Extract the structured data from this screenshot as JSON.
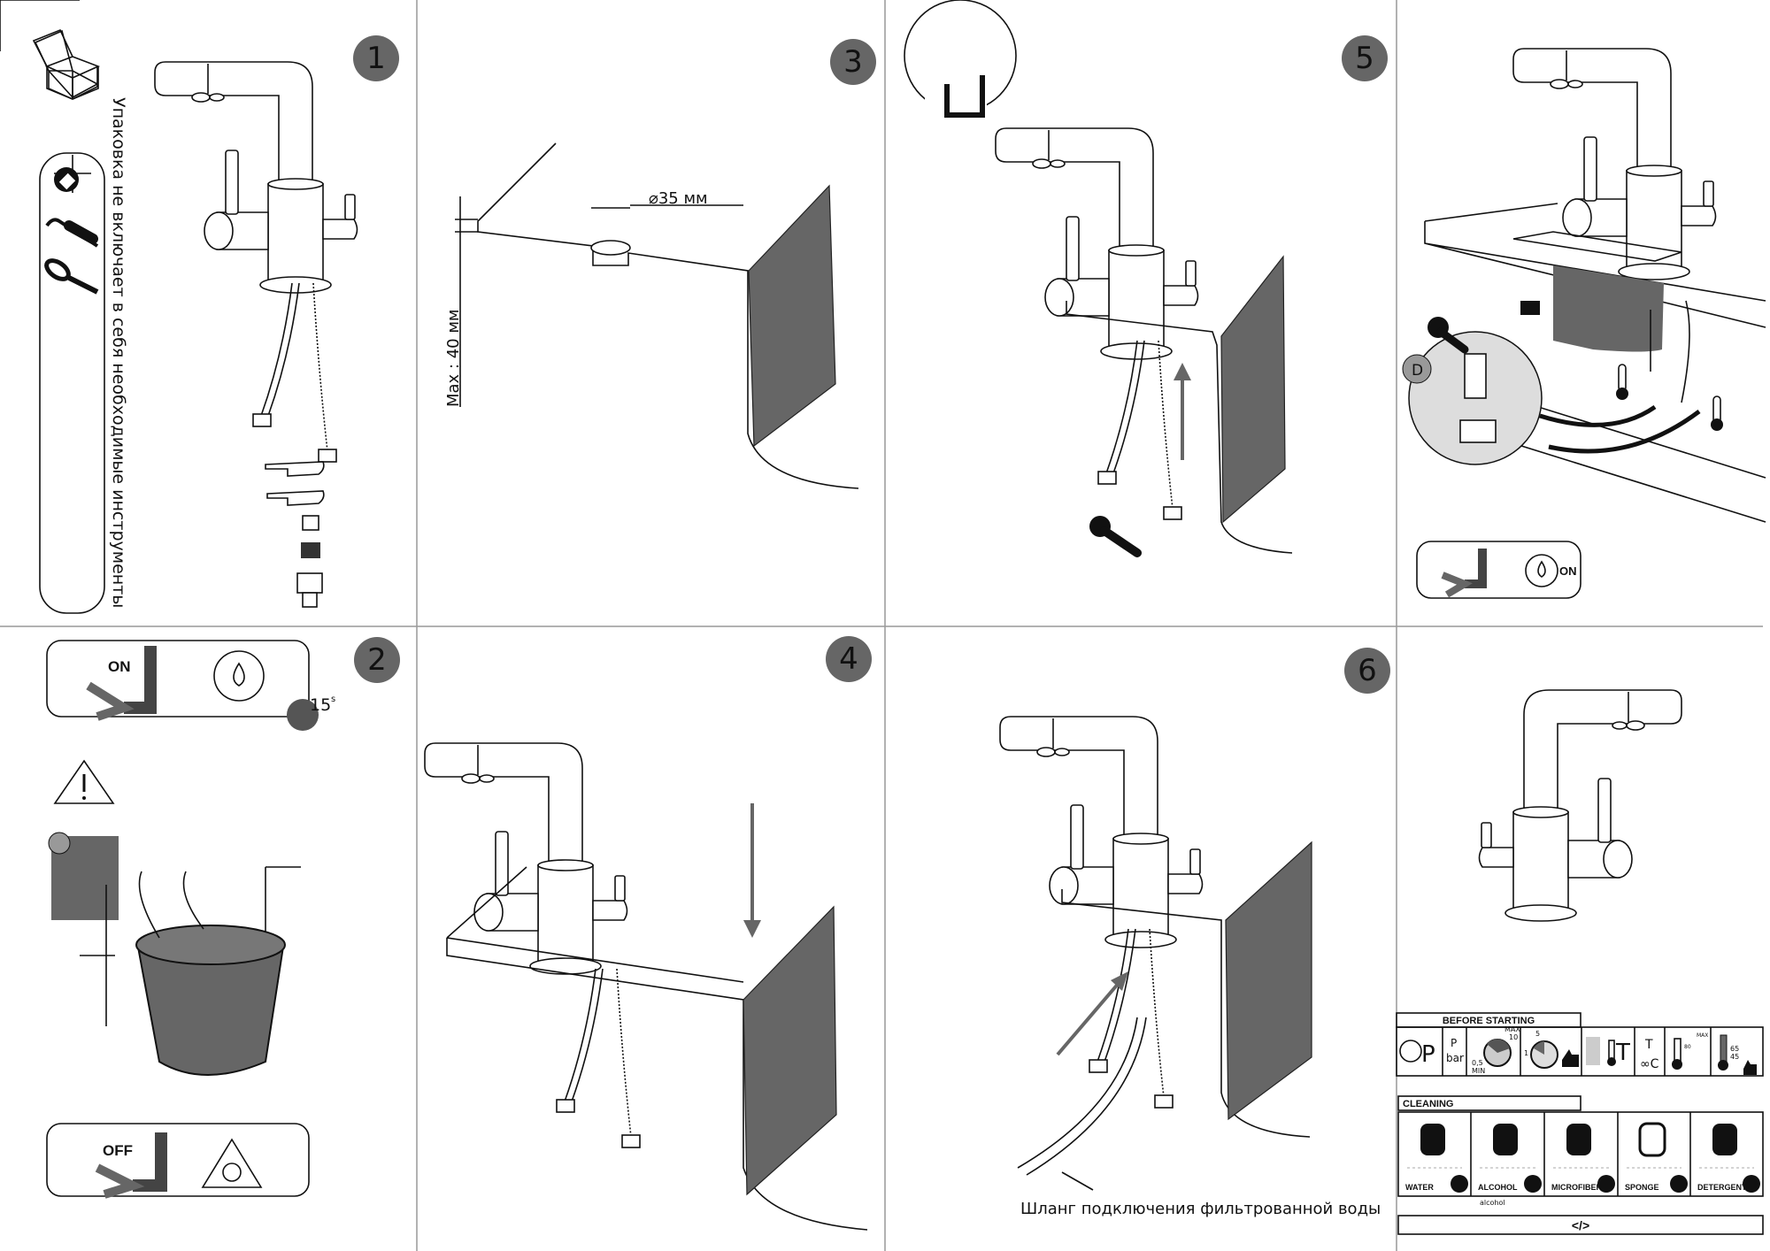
{
  "steps": [
    "1",
    "2",
    "3",
    "4",
    "5",
    "6"
  ],
  "panel1": {
    "tools_note": "Упаковка не включает в себя необходимые инструменты"
  },
  "panel2": {
    "on_label": "ON",
    "timer": "15",
    "timer_unit": "s",
    "off_label": "OFF",
    "marker": ""
  },
  "panel3": {
    "hole_diameter": "⌀35 мм",
    "max_thickness": "Max : 40 мм"
  },
  "panel5": {
    "valve_label": "D",
    "on_label": "ON"
  },
  "panel6": {
    "hose_caption": "Шланг подключения фильтрованной воды"
  },
  "legend": {
    "before_starting": {
      "title": "BEFORE STARTING",
      "pressure_symbol": "P",
      "pressure_unit_p": "P",
      "pressure_unit_bar": "bar",
      "gauge_min_value": "0,5",
      "gauge_min_label": "MIN",
      "gauge_max_label": "MAX",
      "gauge_max_value": "10",
      "gauge_ok_low": "1",
      "gauge_ok_high": "5",
      "temp_symbol": "T",
      "temp_unit_t": "T",
      "temp_unit_c": "∞C",
      "temp_max_label": "MAX",
      "temp_max_value": "80",
      "temp_ok_high": "65",
      "temp_ok_low": "45"
    },
    "cleaning": {
      "title": "CLEANING",
      "items": [
        {
          "label": "WATER",
          "icon": "water-drops-icon",
          "allowed": true
        },
        {
          "label": "ALCOHOL",
          "icon": "spray-bottle-icon",
          "allowed": true,
          "sublabel": "alcohol"
        },
        {
          "label": "MICROFIBER",
          "icon": "microfiber-cloth-icon",
          "allowed": true
        },
        {
          "label": "SPONGE",
          "icon": "sponge-icon",
          "allowed": false
        },
        {
          "label": "DETERGENT",
          "icon": "detergent-bottle-icon",
          "allowed": false
        }
      ]
    },
    "code": "</>"
  },
  "colors": {
    "step_badge": "#666666",
    "cabinet": "#666666"
  }
}
